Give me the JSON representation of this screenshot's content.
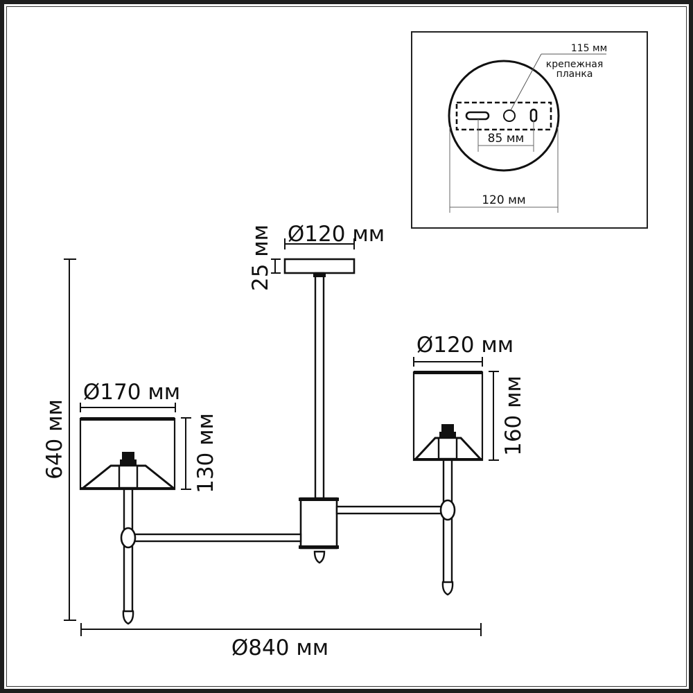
{
  "drawing": {
    "title": "Chandelier dimension drawing",
    "stroke_color": "#111111",
    "background_color": "#ffffff",
    "dimensions": {
      "canopy_diameter": "Ø120 мм",
      "canopy_height": "25 мм",
      "total_height": "640 мм",
      "total_diameter": "Ø840 мм",
      "left_shade_diameter": "Ø170 мм",
      "left_shade_height": "130 мм",
      "right_shade_diameter": "Ø120 мм",
      "right_shade_height": "160 мм"
    },
    "inset": {
      "mounting_hole": "115 мм",
      "bracket_label_line1": "крепежная",
      "bracket_label_line2": "планка",
      "hole_spacing": "85 мм",
      "plate_diameter": "120 мм"
    }
  }
}
